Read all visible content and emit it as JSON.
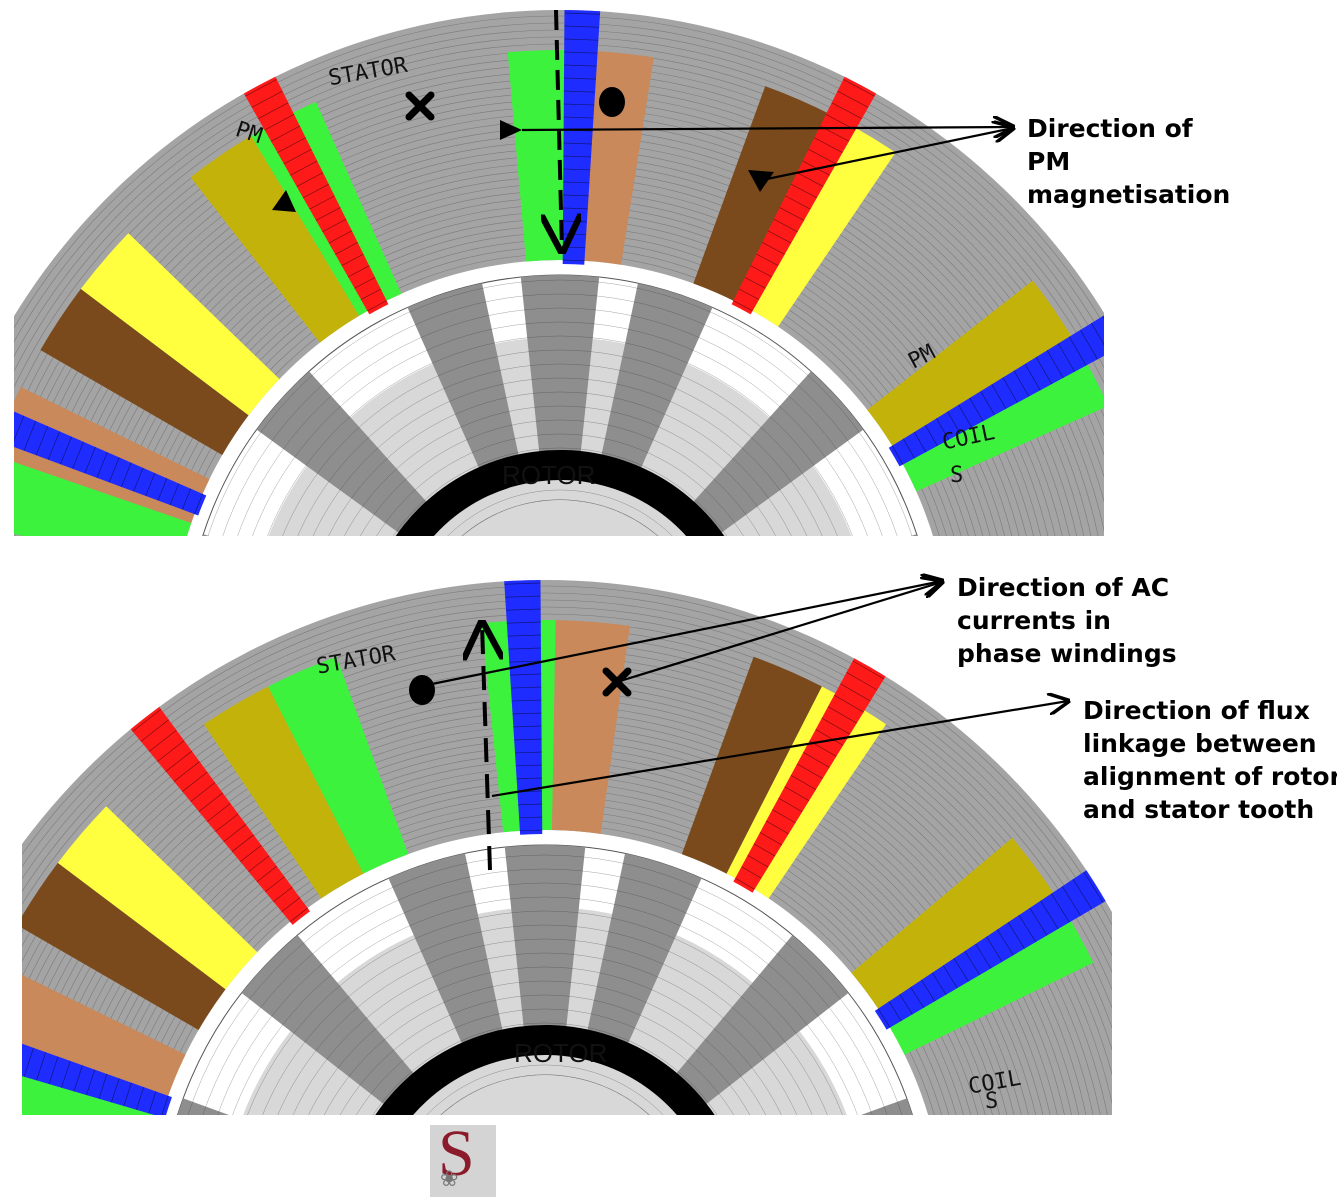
{
  "diagram_top": {
    "labels": {
      "stator": "STATOR",
      "pm_left": "PM",
      "pm_right": "PM",
      "coil": "COIL",
      "coil_s": "S",
      "rotor": "ROTOR"
    },
    "annotation": [
      "Direction of",
      "PM",
      "magnetisation"
    ]
  },
  "diagram_bottom": {
    "labels": {
      "stator": "STATOR",
      "coil": "COIL",
      "coil_s": "S",
      "rotor": "ROTOR"
    },
    "annotation_currents": [
      "Direction of AC",
      "currents in",
      "phase windings"
    ],
    "annotation_flux": [
      "Direction of flux",
      "linkage between",
      "alignment of rotor",
      "and stator tooth"
    ]
  },
  "logo": {
    "letter": "S"
  },
  "colors": {
    "stator_iron": "#a4a4a4",
    "pm_red": "#ff1a1a",
    "pm_blue": "#1f2cff",
    "coil_green": "#3cf23c",
    "coil_olive": "#c2b20a",
    "coil_tan": "#c9895a",
    "coil_brown": "#7a4a1c",
    "coil_yellow": "#ffff40",
    "rotor_iron": "#8e8e8e"
  }
}
